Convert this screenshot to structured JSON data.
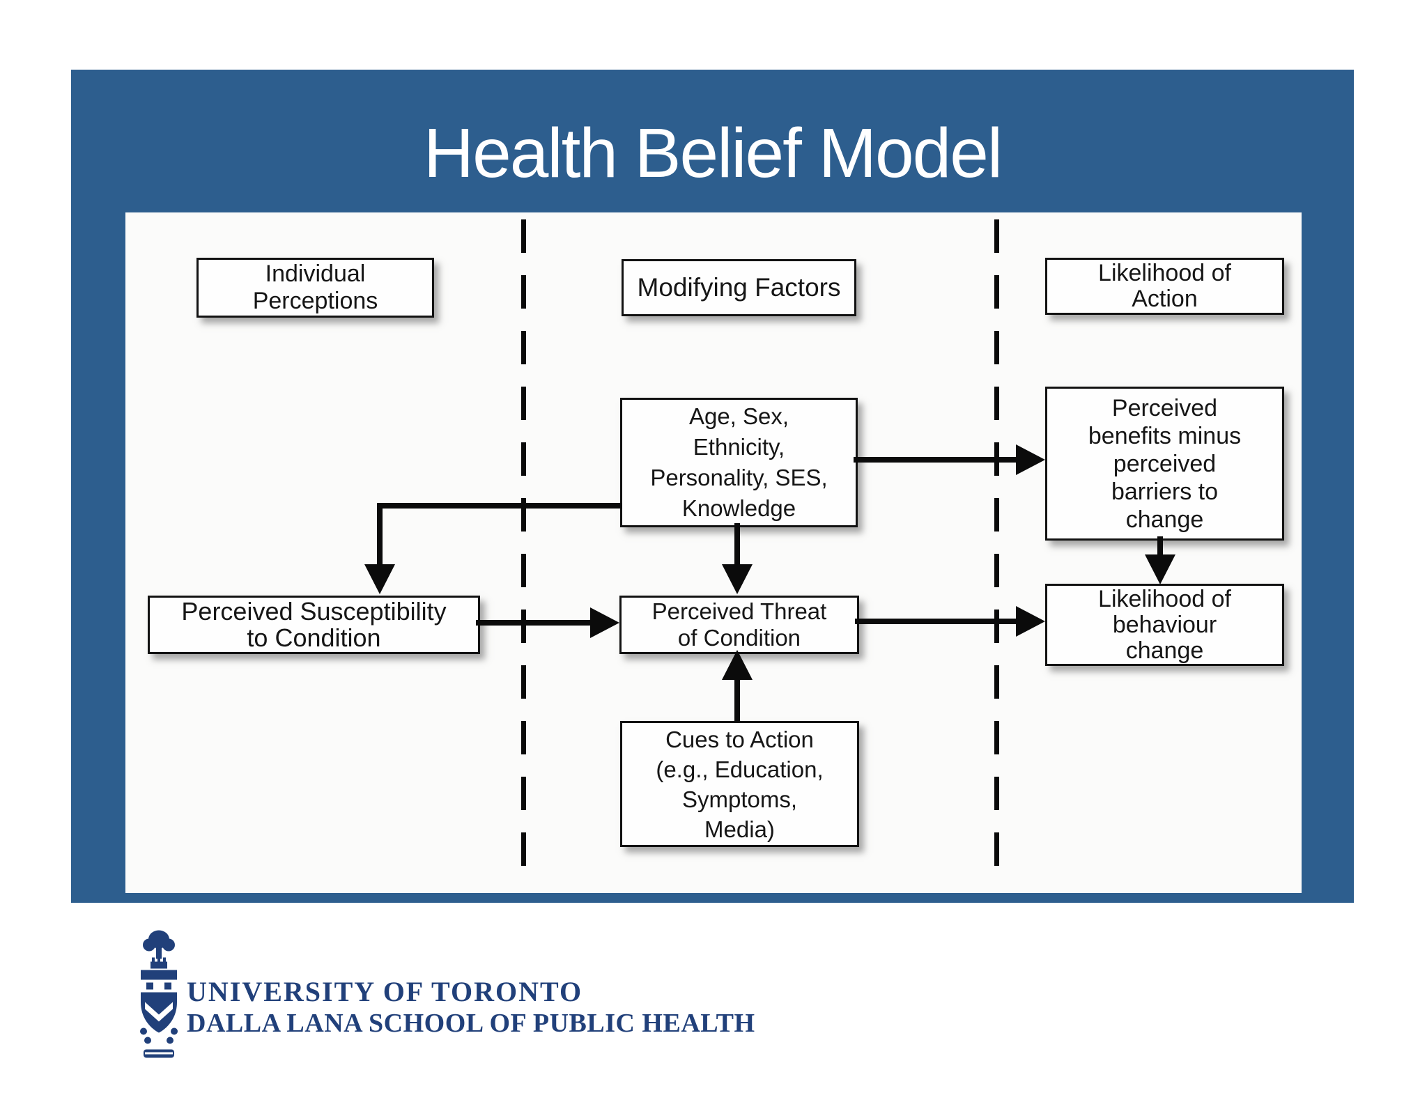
{
  "slide": {
    "title": "Health Belief Model",
    "bg_color": "#2d5e8e",
    "title_color": "#ffffff"
  },
  "diagram": {
    "panel_bg": "#fbfbfa",
    "box_border_color": "#121212",
    "box_text_color": "#161616",
    "arrow_color": "#0b0b0b",
    "headers": {
      "individual": "Individual\nPerceptions",
      "modifying": "Modifying Factors",
      "likelihood": "Likelihood of\nAction"
    },
    "boxes": {
      "age": "Age, Sex,\nEthnicity,\nPersonality, SES,\nKnowledge",
      "benefits": "Perceived\nbenefits minus\nperceived\nbarriers to\nchange",
      "susceptibility": "Perceived Susceptibility\nto Condition",
      "threat": "Perceived Threat\nof Condition",
      "behaviour": "Likelihood of\nbehaviour\nchange",
      "cues": "Cues to Action\n(e.g., Education,\nSymptoms,\nMedia)"
    }
  },
  "footer": {
    "org_line1": "UNIVERSITY OF TORONTO",
    "org_line2": "DALLA LANA SCHOOL OF PUBLIC HEALTH",
    "text_color": "#21407a"
  }
}
